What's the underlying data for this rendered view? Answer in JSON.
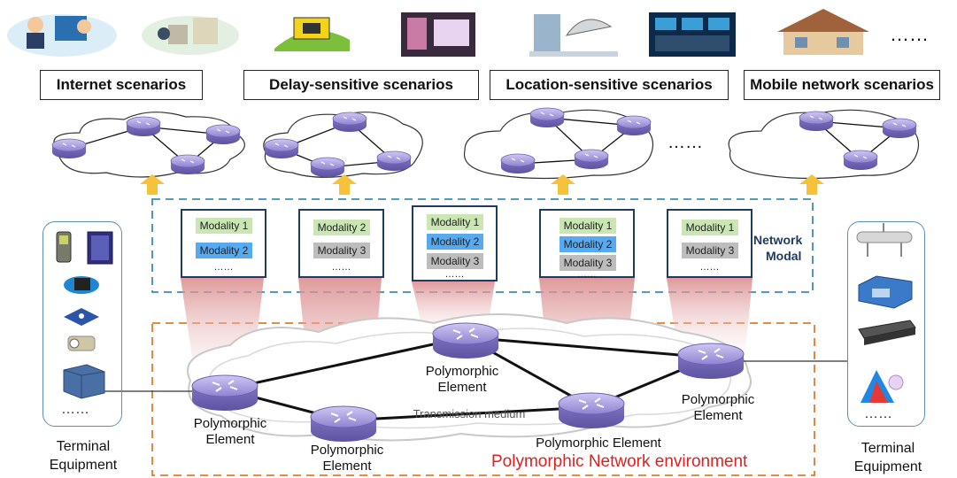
{
  "scenarios": [
    {
      "label": "Internet scenarios"
    },
    {
      "label": "Delay-sensitive scenarios"
    },
    {
      "label": "Location-sensitive scenarios"
    },
    {
      "label": "Mobile network scenarios"
    }
  ],
  "top_ellipsis": "……",
  "cloud_ellipsis": "……",
  "modal_groups": [
    {
      "items": [
        {
          "text": "Modality 1",
          "color": "green"
        },
        {
          "text": "Modality 2",
          "color": "blue"
        }
      ],
      "more": "……"
    },
    {
      "items": [
        {
          "text": "Modality 2",
          "color": "green"
        },
        {
          "text": "Modality 3",
          "color": "gray"
        }
      ],
      "more": "……"
    },
    {
      "items": [
        {
          "text": "Modality 1",
          "color": "green"
        },
        {
          "text": "Modality 2",
          "color": "blue"
        },
        {
          "text": "Modality 3",
          "color": "gray"
        }
      ],
      "more": "……"
    },
    {
      "items": [
        {
          "text": "Modality 1",
          "color": "green"
        },
        {
          "text": "Modality 2",
          "color": "blue"
        },
        {
          "text": "Modality 3",
          "color": "gray"
        }
      ],
      "more": "……"
    },
    {
      "items": [
        {
          "text": "Modality 1",
          "color": "green"
        },
        {
          "text": "Modality 3",
          "color": "gray"
        }
      ],
      "more": "……"
    }
  ],
  "network_modal_line1": "Network",
  "network_modal_line2": "Modal",
  "polymorphic_element_line1": "Polymorphic",
  "polymorphic_element_line2": "Element",
  "polymorphic_element_bottom": "Polymorphic Element",
  "transmission_medium": "Transmission medium",
  "environment_title": "Polymorphic Network environment",
  "terminal_line1": "Terminal",
  "terminal_line2": "Equipment",
  "terminal_ellipsis": "……",
  "colors": {
    "accent_dash": "#3a8fb0",
    "env_dash": "#e07b2a",
    "env_title": "#e02020",
    "arrow": "#f6c23b",
    "router": "#9b8fd6",
    "modal_text": "#1f3b63"
  },
  "icons": [
    "people-at-computer-icon",
    "desk-office-icon",
    "camera-screen-icon",
    "video-monitor-icon",
    "satellite-dish-building-icon",
    "control-room-icon",
    "house-icon",
    "mobile-phone-icon",
    "tablet-icon",
    "smart-watch-icon",
    "wireless-router-icon",
    "projector-icon",
    "storage-server-icon",
    "pipe-sensor-icon",
    "network-switch-icon",
    "rack-server-icon",
    "triangle-device-icon"
  ]
}
